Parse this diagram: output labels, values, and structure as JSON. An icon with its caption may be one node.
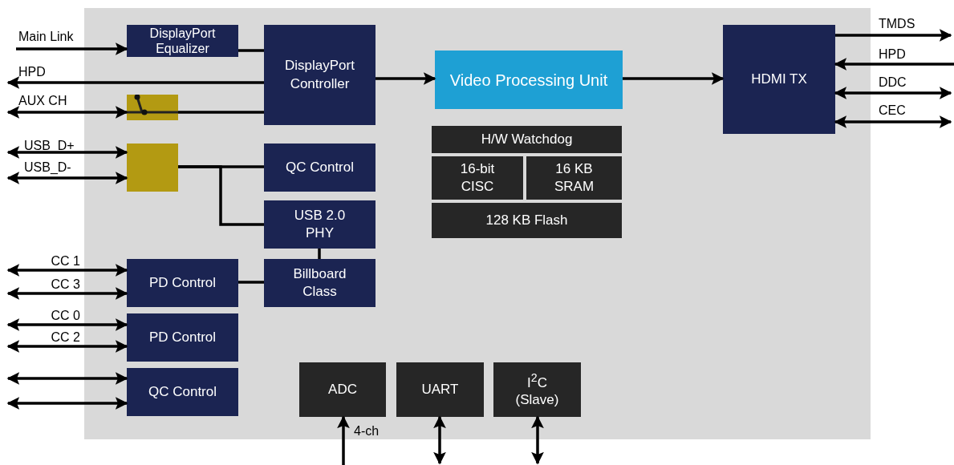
{
  "diagram": {
    "nodes": [
      {
        "text": [],
        "shape": "box"
      },
      {
        "text": [
          "DisplayPort Equalizer"
        ],
        "in": 0
      },
      {
        "text": [
          "DisplayPort Controller"
        ],
        "in": 0
      },
      {
        "text": [
          "Video Processing Unit"
        ],
        "in": 0
      },
      {
        "text": [
          "HDMI TX"
        ],
        "in": 0
      },
      {
        "text": [],
        "shape": "box",
        "in": 0
      },
      {
        "text": [],
        "shape": "box",
        "in": 0
      },
      {
        "text": [
          "QC Control"
        ],
        "in": 0
      },
      {
        "text": [
          "USB 2.0 PHY"
        ],
        "in": 0
      },
      {
        "text": [
          "Billboard Class"
        ],
        "in": 0
      },
      {
        "text": [
          "PD Control"
        ],
        "in": 0
      },
      {
        "text": [
          "PD Control"
        ],
        "in": 0
      },
      {
        "text": [
          "QC Control"
        ],
        "in": 0
      },
      {
        "text": [
          "H/W Watchdog"
        ],
        "in": 0
      },
      {
        "text": [
          "16-bit CISC"
        ],
        "in": 0
      },
      {
        "text": [
          "16 KB SRAM"
        ],
        "in": 0
      },
      {
        "text": [
          "128 KB Flash"
        ],
        "in": 0
      },
      {
        "text": [
          "ADC"
        ],
        "in": 0
      },
      {
        "text": [
          "UART"
        ],
        "in": 0
      },
      {
        "text": [
          "I$^{2}$C (Slave)"
        ],
        "in": 0
      }
    ],
    "edges": [
      {
        "from": null,
        "to": 1,
        "arrow": "to",
        "label": "Main Link"
      },
      {
        "from": 1,
        "to": 2,
        "arrow": "none"
      },
      {
        "from": 2,
        "to": null,
        "arrow": "to",
        "label": "HPD"
      },
      {
        "from": null,
        "to": 5,
        "arrow": "both",
        "label": "AUX CH"
      },
      {
        "from": 5,
        "to": 2,
        "arrow": "none"
      },
      {
        "from": 2,
        "to": 3,
        "arrow": "to"
      },
      {
        "from": 3,
        "to": 4,
        "arrow": "to"
      },
      {
        "from": 4,
        "to": null,
        "arrow": "to",
        "label": "TMDS"
      },
      {
        "from": null,
        "to": 4,
        "arrow": "to",
        "label": "HPD"
      },
      {
        "from": 4,
        "to": null,
        "arrow": "both",
        "label": "DDC"
      },
      {
        "from": 4,
        "to": null,
        "arrow": "both",
        "label": "CEC"
      },
      {
        "from": null,
        "to": 6,
        "arrow": "both",
        "label": "USB_D+"
      },
      {
        "from": null,
        "to": 6,
        "arrow": "both",
        "label": "USB_D-"
      },
      {
        "from": 6,
        "to": 7,
        "arrow": "none"
      },
      {
        "from": 6,
        "to": 8,
        "arrow": "none"
      },
      {
        "from": 8,
        "to": 9,
        "arrow": "none"
      },
      {
        "from": 10,
        "to": 9,
        "arrow": "none"
      },
      {
        "from": null,
        "to": 10,
        "arrow": "both",
        "label": "CC 1"
      },
      {
        "from": null,
        "to": 10,
        "arrow": "both",
        "label": "CC 3"
      },
      {
        "from": null,
        "to": 11,
        "arrow": "both",
        "label": "CC 0"
      },
      {
        "from": null,
        "to": 11,
        "arrow": "both",
        "label": "CC 2"
      },
      {
        "from": null,
        "to": 12,
        "arrow": "both"
      },
      {
        "from": null,
        "to": 12,
        "arrow": "both"
      },
      {
        "from": null,
        "to": 17,
        "arrow": "to",
        "label": "4-ch"
      },
      {
        "from": null,
        "to": 18,
        "arrow": "both"
      },
      {
        "from": null,
        "to": 19,
        "arrow": "both"
      }
    ]
  }
}
